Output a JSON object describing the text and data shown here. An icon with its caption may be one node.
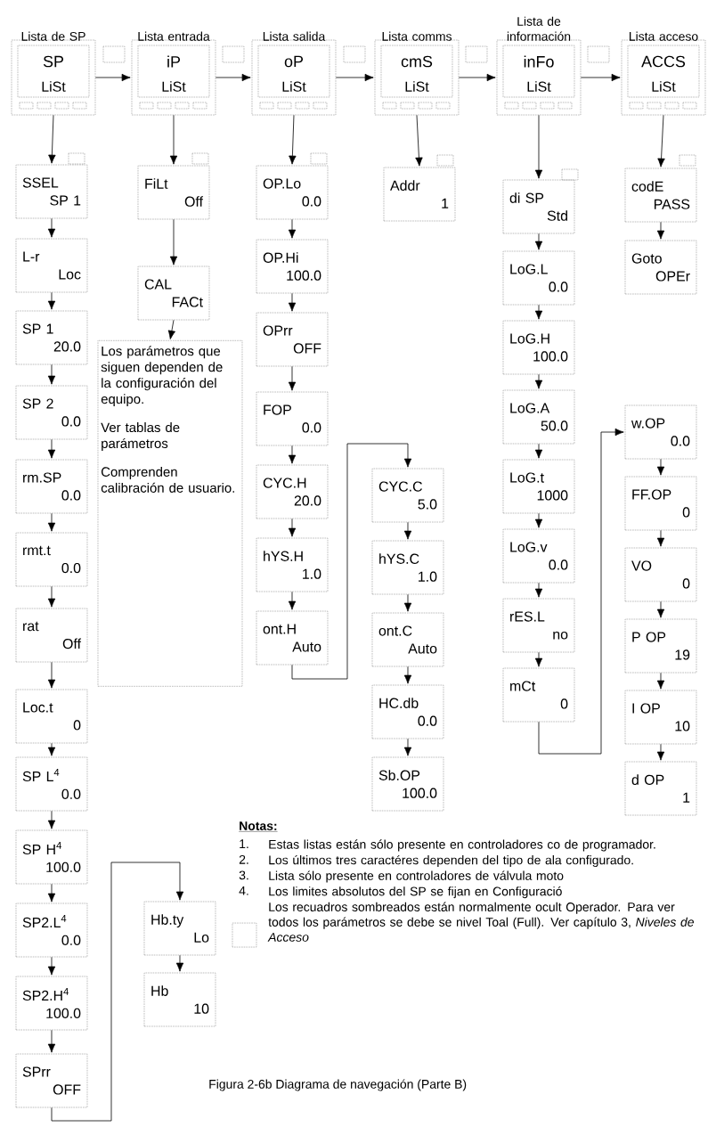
{
  "diagram": {
    "caption": "Figura 2-6b  Diagrama de navegación (Parte B)",
    "nodes": [
      {
        "text": [
          "Lista de SP",
          "SP",
          "LiSt"
        ]
      },
      {
        "text": [
          "Lista entrada",
          "iP",
          "LiSt"
        ]
      },
      {
        "text": [
          "Lista salida",
          "oP",
          "LiSt"
        ]
      },
      {
        "text": [
          "Lista comms",
          "cmS",
          "LiSt"
        ]
      },
      {
        "text": [
          "Lista de información",
          "inFo",
          "LiSt"
        ]
      },
      {
        "text": [
          "Lista acceso",
          "ACCS",
          "LiSt"
        ]
      },
      {
        "text": [
          "SSEL",
          "SP 1"
        ]
      },
      {
        "text": [
          "L-r",
          "Loc"
        ]
      },
      {
        "text": [
          "SP 1",
          "20.0"
        ]
      },
      {
        "text": [
          "SP 2",
          "0.0"
        ]
      },
      {
        "text": [
          "rm.SP",
          "0.0"
        ]
      },
      {
        "text": [
          "rmt.t",
          "0.0"
        ]
      },
      {
        "text": [
          "rat",
          "Off"
        ]
      },
      {
        "text": [
          "Loc.t",
          "0"
        ]
      },
      {
        "text": [
          "SP L$^{4}$",
          "0.0"
        ]
      },
      {
        "text": [
          "SP H$^{4}$",
          "100.0"
        ]
      },
      {
        "text": [
          "SP2.L$^{4}$",
          "0.0"
        ]
      },
      {
        "text": [
          "SP2.H$^{4}$",
          "100.0"
        ]
      },
      {
        "text": [
          "SPrr",
          "OFF"
        ]
      },
      {
        "text": [
          "Hb.ty",
          "Lo"
        ]
      },
      {
        "text": [
          "Hb",
          "10"
        ]
      },
      {
        "text": [
          "FiLt",
          "Off"
        ]
      },
      {
        "text": [
          "CAL",
          "FACt"
        ]
      },
      {
        "text": [
          "Los parámetros que siguen dependen de la configuración del equipo.",
          "Ver tablas de parámetros",
          "Comprenden calibración de usuario."
        ]
      },
      {
        "text": [
          "OP.Lo",
          "0.0"
        ]
      },
      {
        "text": [
          "OP.Hi",
          "100.0"
        ]
      },
      {
        "text": [
          "OPrr",
          "OFF"
        ]
      },
      {
        "text": [
          "FOP",
          "0.0"
        ]
      },
      {
        "text": [
          "CYC.H",
          "20.0"
        ]
      },
      {
        "text": [
          "hYS.H",
          "1.0"
        ]
      },
      {
        "text": [
          "ont.H",
          "Auto"
        ]
      },
      {
        "text": [
          "CYC.C",
          "5.0"
        ]
      },
      {
        "text": [
          "hYS.C",
          "1.0"
        ]
      },
      {
        "text": [
          "ont.C",
          "Auto"
        ]
      },
      {
        "text": [
          "HC.db",
          "0.0"
        ]
      },
      {
        "text": [
          "Sb.OP",
          "100.0"
        ]
      },
      {
        "text": [
          "Addr",
          "1"
        ]
      },
      {
        "text": [
          "di SP",
          "Std"
        ]
      },
      {
        "text": [
          "LoG.L",
          "0.0"
        ]
      },
      {
        "text": [
          "LoG.H",
          "100.0"
        ]
      },
      {
        "text": [
          "LoG.A",
          "50.0"
        ]
      },
      {
        "text": [
          "LoG.t",
          "1000"
        ]
      },
      {
        "text": [
          "LoG.v",
          "0.0"
        ]
      },
      {
        "text": [
          "rES.L",
          "no"
        ]
      },
      {
        "text": [
          "mCt",
          "0"
        ]
      },
      {
        "text": [
          "w.OP",
          "0.0"
        ]
      },
      {
        "text": [
          "FF.OP",
          "0"
        ]
      },
      {
        "text": [
          "VO",
          "0"
        ]
      },
      {
        "text": [
          "P OP",
          "19"
        ]
      },
      {
        "text": [
          "I OP",
          "10"
        ]
      },
      {
        "text": [
          "d OP",
          "1"
        ]
      },
      {
        "text": [
          "codE",
          "PASS"
        ]
      },
      {
        "text": [
          "Goto",
          "OPEr"
        ]
      }
    ],
    "edges": [
      {
        "from": 0,
        "to": 1,
        "arrow": "to"
      },
      {
        "from": 1,
        "to": 2,
        "arrow": "to"
      },
      {
        "from": 2,
        "to": 3,
        "arrow": "to"
      },
      {
        "from": 3,
        "to": 4,
        "arrow": "to"
      },
      {
        "from": 4,
        "to": 5,
        "arrow": "to"
      },
      {
        "from": 0,
        "to": 6,
        "arrow": "to"
      },
      {
        "from": 6,
        "to": 7,
        "arrow": "to"
      },
      {
        "from": 7,
        "to": 8,
        "arrow": "to"
      },
      {
        "from": 8,
        "to": 9,
        "arrow": "to"
      },
      {
        "from": 9,
        "to": 10,
        "arrow": "to"
      },
      {
        "from": 10,
        "to": 11,
        "arrow": "to"
      },
      {
        "from": 11,
        "to": 12,
        "arrow": "to"
      },
      {
        "from": 12,
        "to": 13,
        "arrow": "to"
      },
      {
        "from": 13,
        "to": 14,
        "arrow": "to"
      },
      {
        "from": 14,
        "to": 15,
        "arrow": "to"
      },
      {
        "from": 15,
        "to": 16,
        "arrow": "to"
      },
      {
        "from": 16,
        "to": 17,
        "arrow": "to"
      },
      {
        "from": 17,
        "to": 18,
        "arrow": "to"
      },
      {
        "from": 18,
        "to": 19,
        "arrow": "to"
      },
      {
        "from": 19,
        "to": 20,
        "arrow": "to"
      },
      {
        "from": 1,
        "to": 21,
        "arrow": "to"
      },
      {
        "from": 21,
        "to": 22,
        "arrow": "to"
      },
      {
        "from": 22,
        "to": 23,
        "arrow": "to"
      },
      {
        "from": 2,
        "to": 24,
        "arrow": "to"
      },
      {
        "from": 24,
        "to": 25,
        "arrow": "to"
      },
      {
        "from": 25,
        "to": 26,
        "arrow": "to"
      },
      {
        "from": 26,
        "to": 27,
        "arrow": "to"
      },
      {
        "from": 27,
        "to": 28,
        "arrow": "to"
      },
      {
        "from": 28,
        "to": 29,
        "arrow": "to"
      },
      {
        "from": 29,
        "to": 30,
        "arrow": "to"
      },
      {
        "from": 30,
        "to": 31,
        "arrow": "to"
      },
      {
        "from": 31,
        "to": 32,
        "arrow": "to"
      },
      {
        "from": 32,
        "to": 33,
        "arrow": "to"
      },
      {
        "from": 33,
        "to": 34,
        "arrow": "to"
      },
      {
        "from": 34,
        "to": 35,
        "arrow": "to"
      },
      {
        "from": 3,
        "to": 36,
        "arrow": "to"
      },
      {
        "from": 4,
        "to": 37,
        "arrow": "to"
      },
      {
        "from": 37,
        "to": 38,
        "arrow": "to"
      },
      {
        "from": 38,
        "to": 39,
        "arrow": "to"
      },
      {
        "from": 39,
        "to": 40,
        "arrow": "to"
      },
      {
        "from": 40,
        "to": 41,
        "arrow": "to"
      },
      {
        "from": 41,
        "to": 42,
        "arrow": "to"
      },
      {
        "from": 42,
        "to": 43,
        "arrow": "to"
      },
      {
        "from": 43,
        "to": 44,
        "arrow": "to"
      },
      {
        "from": 44,
        "to": 45,
        "arrow": "to"
      },
      {
        "from": 45,
        "to": 46,
        "arrow": "to"
      },
      {
        "from": 46,
        "to": 47,
        "arrow": "to"
      },
      {
        "from": 47,
        "to": 48,
        "arrow": "to"
      },
      {
        "from": 48,
        "to": 49,
        "arrow": "to"
      },
      {
        "from": 49,
        "to": 50,
        "arrow": "to"
      },
      {
        "from": 5,
        "to": 51,
        "arrow": "to"
      },
      {
        "from": 51,
        "to": 52,
        "arrow": "to"
      }
    ],
    "labels": [
      "Notas:",
      "1.",
      "Estas listas están sólo presente en controladores co de programador.",
      "2.",
      "Los últimos tres caractéres dependen del tipo de ala configurado.",
      "3.",
      "Lista sólo presente en controladores de válvula moto",
      "4.",
      "Los limites absolutos del SP se fijan en Configuració"
    ],
    "legend": [
      {
        "text": "Los recuadros sombreados están normalmente ocult Operador. Para ver todos los parámetros se debe se nivel Toal (Full). Ver capítulo 3, *Niveles de Acceso*"
      }
    ]
  }
}
